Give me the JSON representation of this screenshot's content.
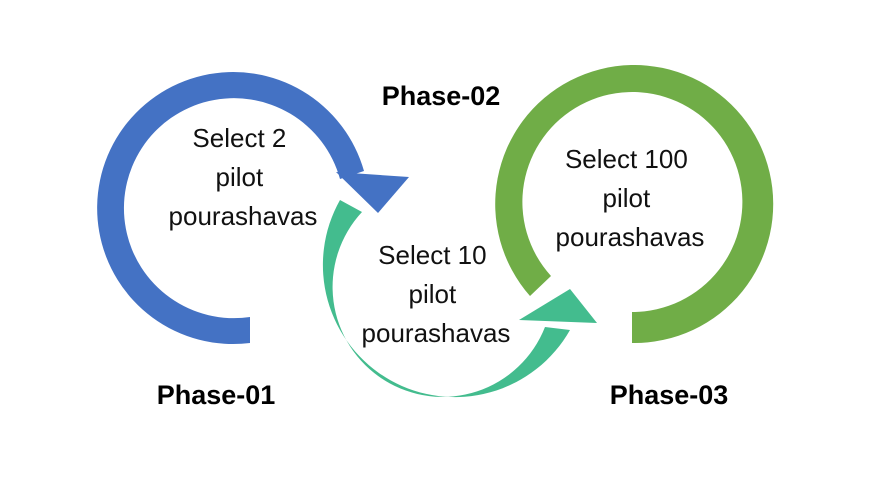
{
  "colors": {
    "phase1_arrow": "#4472C4",
    "phase2_arrow": "#43BC8E",
    "phase3_arrow": "#70AD47",
    "text": "#000000",
    "background": "#FFFFFF"
  },
  "phases": [
    {
      "label": "Phase-01",
      "caption": [
        "Select 2",
        "pilot",
        "pourashavas"
      ]
    },
    {
      "label": "Phase-02",
      "caption": [
        "Select 10",
        "pilot",
        "pourashavas"
      ]
    },
    {
      "label": "Phase-03",
      "caption": [
        "Select 100",
        "pilot",
        "pourashavas"
      ]
    }
  ]
}
